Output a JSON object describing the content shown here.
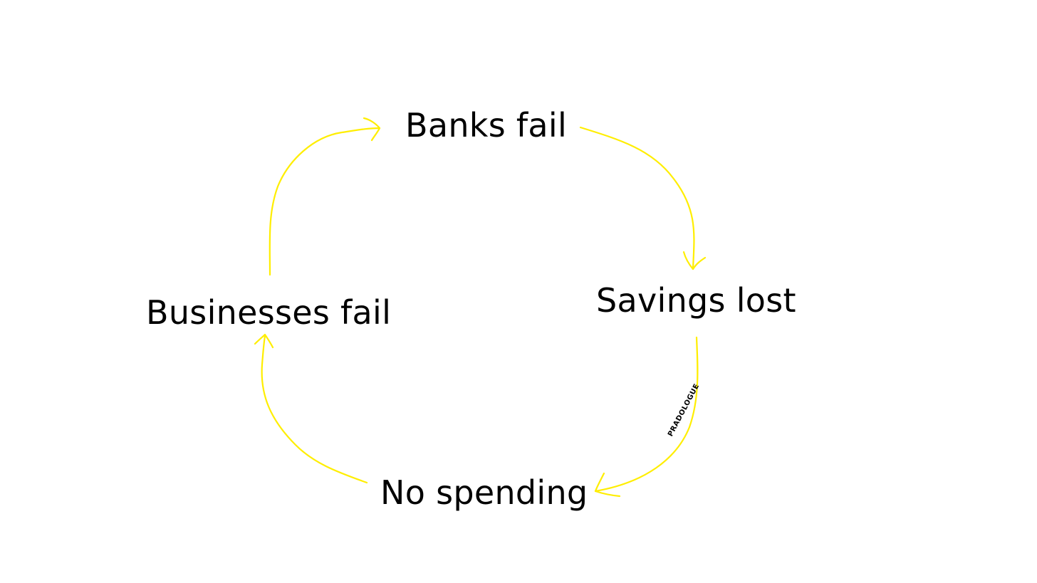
{
  "diagram": {
    "nodes": [
      {
        "id": "banks",
        "label": "Banks fail"
      },
      {
        "id": "savings",
        "label": "Savings lost"
      },
      {
        "id": "spending",
        "label": "No spending"
      },
      {
        "id": "businesses",
        "label": "Businesses fail"
      }
    ],
    "edges": [
      {
        "from": "banks",
        "to": "savings"
      },
      {
        "from": "savings",
        "to": "spending"
      },
      {
        "from": "spending",
        "to": "businesses"
      },
      {
        "from": "businesses",
        "to": "banks"
      }
    ],
    "watermark": "PRADOLOGUE",
    "colors": {
      "arrow": "#ffee00",
      "text": "#000000",
      "background": "#ffffff"
    }
  }
}
